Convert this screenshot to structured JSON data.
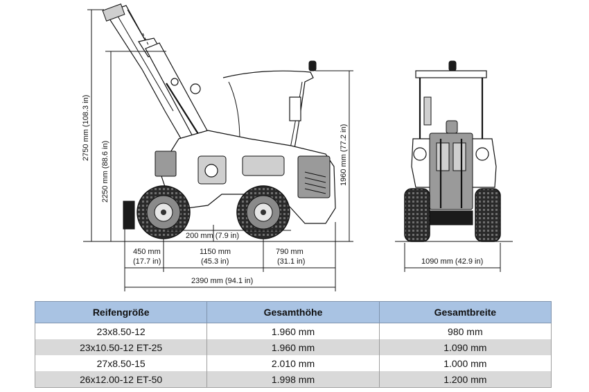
{
  "dimensions": {
    "total_height": "2750 mm (108.3 in)",
    "raised_height": "2250 mm (88.6 in)",
    "cab_height": "1960 mm (77.2 in)",
    "ground_clearance": "200 mm (7.9 in)",
    "front_overhang": {
      "mm": "450 mm",
      "in": "(17.7 in)"
    },
    "wheelbase": {
      "mm": "1150 mm",
      "in": "(45.3 in)"
    },
    "rear_overhang": {
      "mm": "790 mm",
      "in": "(31.1 in)"
    },
    "total_length": "2390 mm (94.1 in)",
    "total_width": "1090 mm (42.9 in)"
  },
  "table": {
    "headers": [
      "Reifengröße",
      "Gesamthöhe",
      "Gesamtbreite"
    ],
    "rows": [
      [
        "23x8.50-12",
        "1.960 mm",
        "980 mm"
      ],
      [
        "23x10.50-12 ET-25",
        "1.960 mm",
        "1.090 mm"
      ],
      [
        "27x8.50-15",
        "2.010 mm",
        "1.000 mm"
      ],
      [
        "26x12.00-12 ET-50",
        "1.998 mm",
        "1.200 mm"
      ]
    ]
  }
}
